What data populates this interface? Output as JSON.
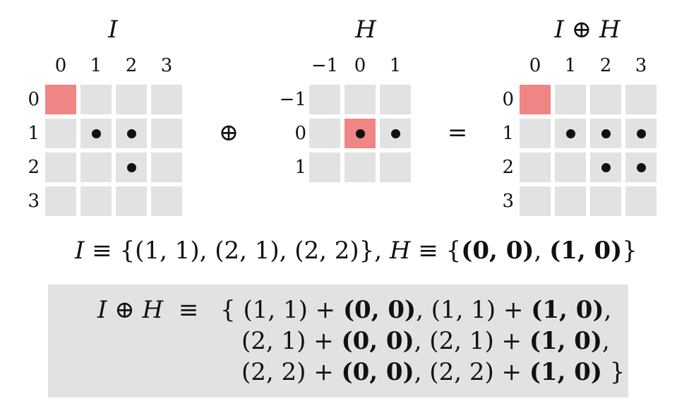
{
  "grids": [
    {
      "id": "I",
      "title": "I",
      "col_labels": [
        "0",
        "1",
        "2",
        "3"
      ],
      "row_labels": [
        "0",
        "1",
        "2",
        "3"
      ],
      "rows": 4,
      "cols": 4,
      "origin": [
        0,
        0
      ],
      "dots": [
        [
          1,
          1
        ],
        [
          1,
          2
        ],
        [
          2,
          2
        ]
      ]
    },
    {
      "id": "H",
      "title": "H",
      "col_labels": [
        "−1",
        "0",
        "1"
      ],
      "row_labels": [
        "−1",
        "0",
        "1"
      ],
      "rows": 3,
      "cols": 3,
      "origin": [
        1,
        1
      ],
      "dots": [
        [
          1,
          1
        ],
        [
          1,
          2
        ]
      ]
    },
    {
      "id": "IH",
      "title": "I ⊕ H",
      "col_labels": [
        "0",
        "1",
        "2",
        "3"
      ],
      "row_labels": [
        "0",
        "1",
        "2",
        "3"
      ],
      "rows": 4,
      "cols": 4,
      "origin": [
        0,
        0
      ],
      "dots": [
        [
          1,
          1
        ],
        [
          1,
          2
        ],
        [
          1,
          3
        ],
        [
          2,
          2
        ],
        [
          2,
          3
        ]
      ]
    }
  ],
  "operators": {
    "oplus": "⊕",
    "equals": "="
  },
  "definition": {
    "I_name": "I",
    "I_set": " ≡ {(1, 1), (2, 1), (2, 2)},",
    "H_name": "H",
    "H_set_open": " ≡ {",
    "H_set_bold1": "(0, 0)",
    "H_set_sep": ", ",
    "H_set_bold2": "(1, 0)",
    "H_set_close": "}"
  },
  "expansion": {
    "lhs": "I ⊕ H",
    "eq": "≡",
    "lines": [
      {
        "prefix": "{ ",
        "a": "(1, 1) + ",
        "ab": "(0, 0)",
        "mid": ", (1, 1) + ",
        "bb": "(1, 0)",
        "end": ","
      },
      {
        "prefix": "",
        "a": "(2, 1) + ",
        "ab": "(0, 0)",
        "mid": ", (2, 1) + ",
        "bb": "(1, 0)",
        "end": ","
      },
      {
        "prefix": "",
        "a": "(2, 2) + ",
        "ab": "(0, 0)",
        "mid": ", (2, 2) + ",
        "bb": "(1, 0)",
        "end": " }"
      }
    ]
  },
  "colors": {
    "cell": "#e2e2e2",
    "origin": "#ef8585",
    "dot": "#111111",
    "box": "#e2e2e2"
  }
}
